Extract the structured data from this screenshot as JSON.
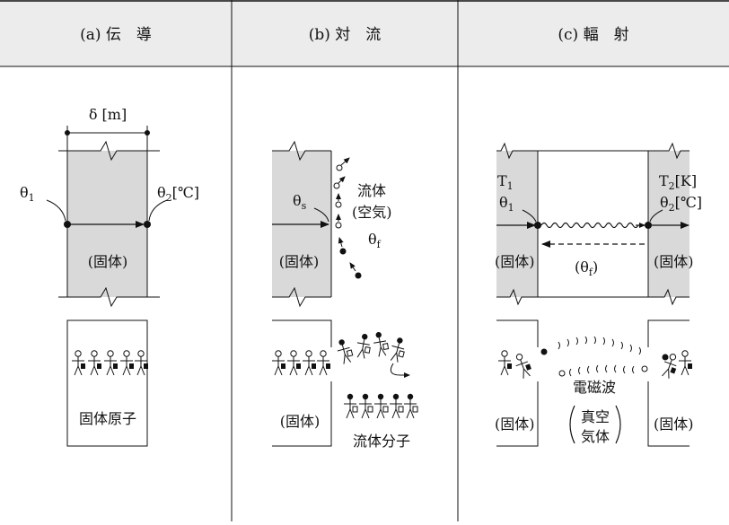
{
  "headers": {
    "conduction": "(a) 伝　導",
    "convection": "(b) 対　流",
    "radiation": "(c) 輻　射"
  },
  "conduction": {
    "thickness": "δ [m]",
    "theta1_base": "θ",
    "theta1_sub": "1",
    "theta2_base": "θ",
    "theta2_sub": "2",
    "theta2_unit": "[℃]",
    "solid": "(固体)",
    "atoms": "固体原子"
  },
  "convection": {
    "theta_s_base": "θ",
    "theta_s_sub": "s",
    "fluid_line1": "流体",
    "fluid_line2": "(空気)",
    "theta_f_base": "θ",
    "theta_f_sub": "f",
    "solid": "(固体)",
    "solid_bottom": "(固体)",
    "molecules": "流体分子"
  },
  "radiation": {
    "t1_base": "T",
    "t1_sub": "1",
    "theta1_base": "θ",
    "theta1_sub": "1",
    "t2_base": "T",
    "t2_sub": "2",
    "t2_unit": "[K]",
    "theta2_base": "θ",
    "theta2_sub": "2",
    "theta2_unit": "[℃]",
    "theta_f": "(θ",
    "theta_f_sub": "f",
    "theta_f_close": ")",
    "solid_left": "(固体)",
    "solid_right": "(固体)",
    "wave": "電磁波",
    "vacuum_line1": "真空",
    "vacuum_line2": "気体",
    "solid_left_bottom": "(固体)",
    "solid_right_bottom": "(固体)"
  },
  "colors": {
    "header_bg": "#ececec",
    "solid_fill": "#d9d9d9",
    "line": "#111111"
  }
}
